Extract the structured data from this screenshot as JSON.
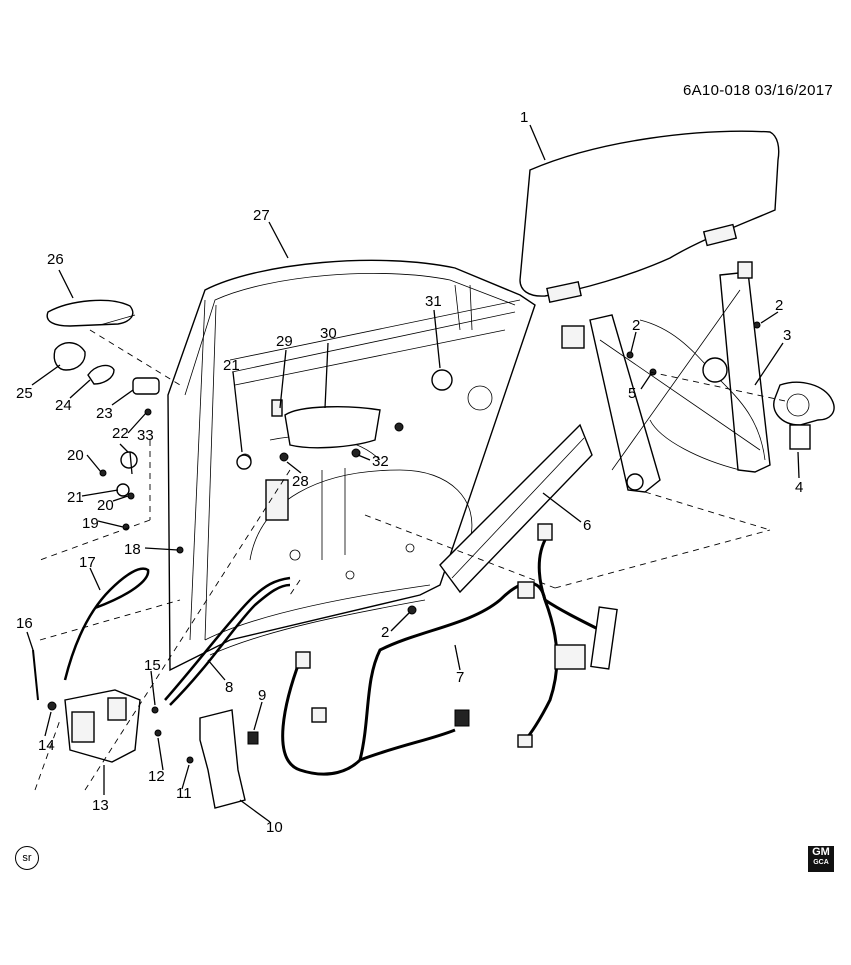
{
  "header": {
    "drawing_id": "6A10-018",
    "date": "03/16/2017"
  },
  "logo": {
    "text": "GM",
    "subtext": "GCA"
  },
  "badge": {
    "text": "sr"
  },
  "callouts": [
    "1",
    "2",
    "2",
    "2",
    "3",
    "4",
    "5",
    "6",
    "7",
    "8",
    "9",
    "10",
    "11",
    "12",
    "13",
    "14",
    "15",
    "16",
    "17",
    "18",
    "19",
    "20",
    "20",
    "21",
    "21",
    "22",
    "23",
    "24",
    "25",
    "26",
    "27",
    "28",
    "29",
    "30",
    "31",
    "32",
    "33"
  ]
}
